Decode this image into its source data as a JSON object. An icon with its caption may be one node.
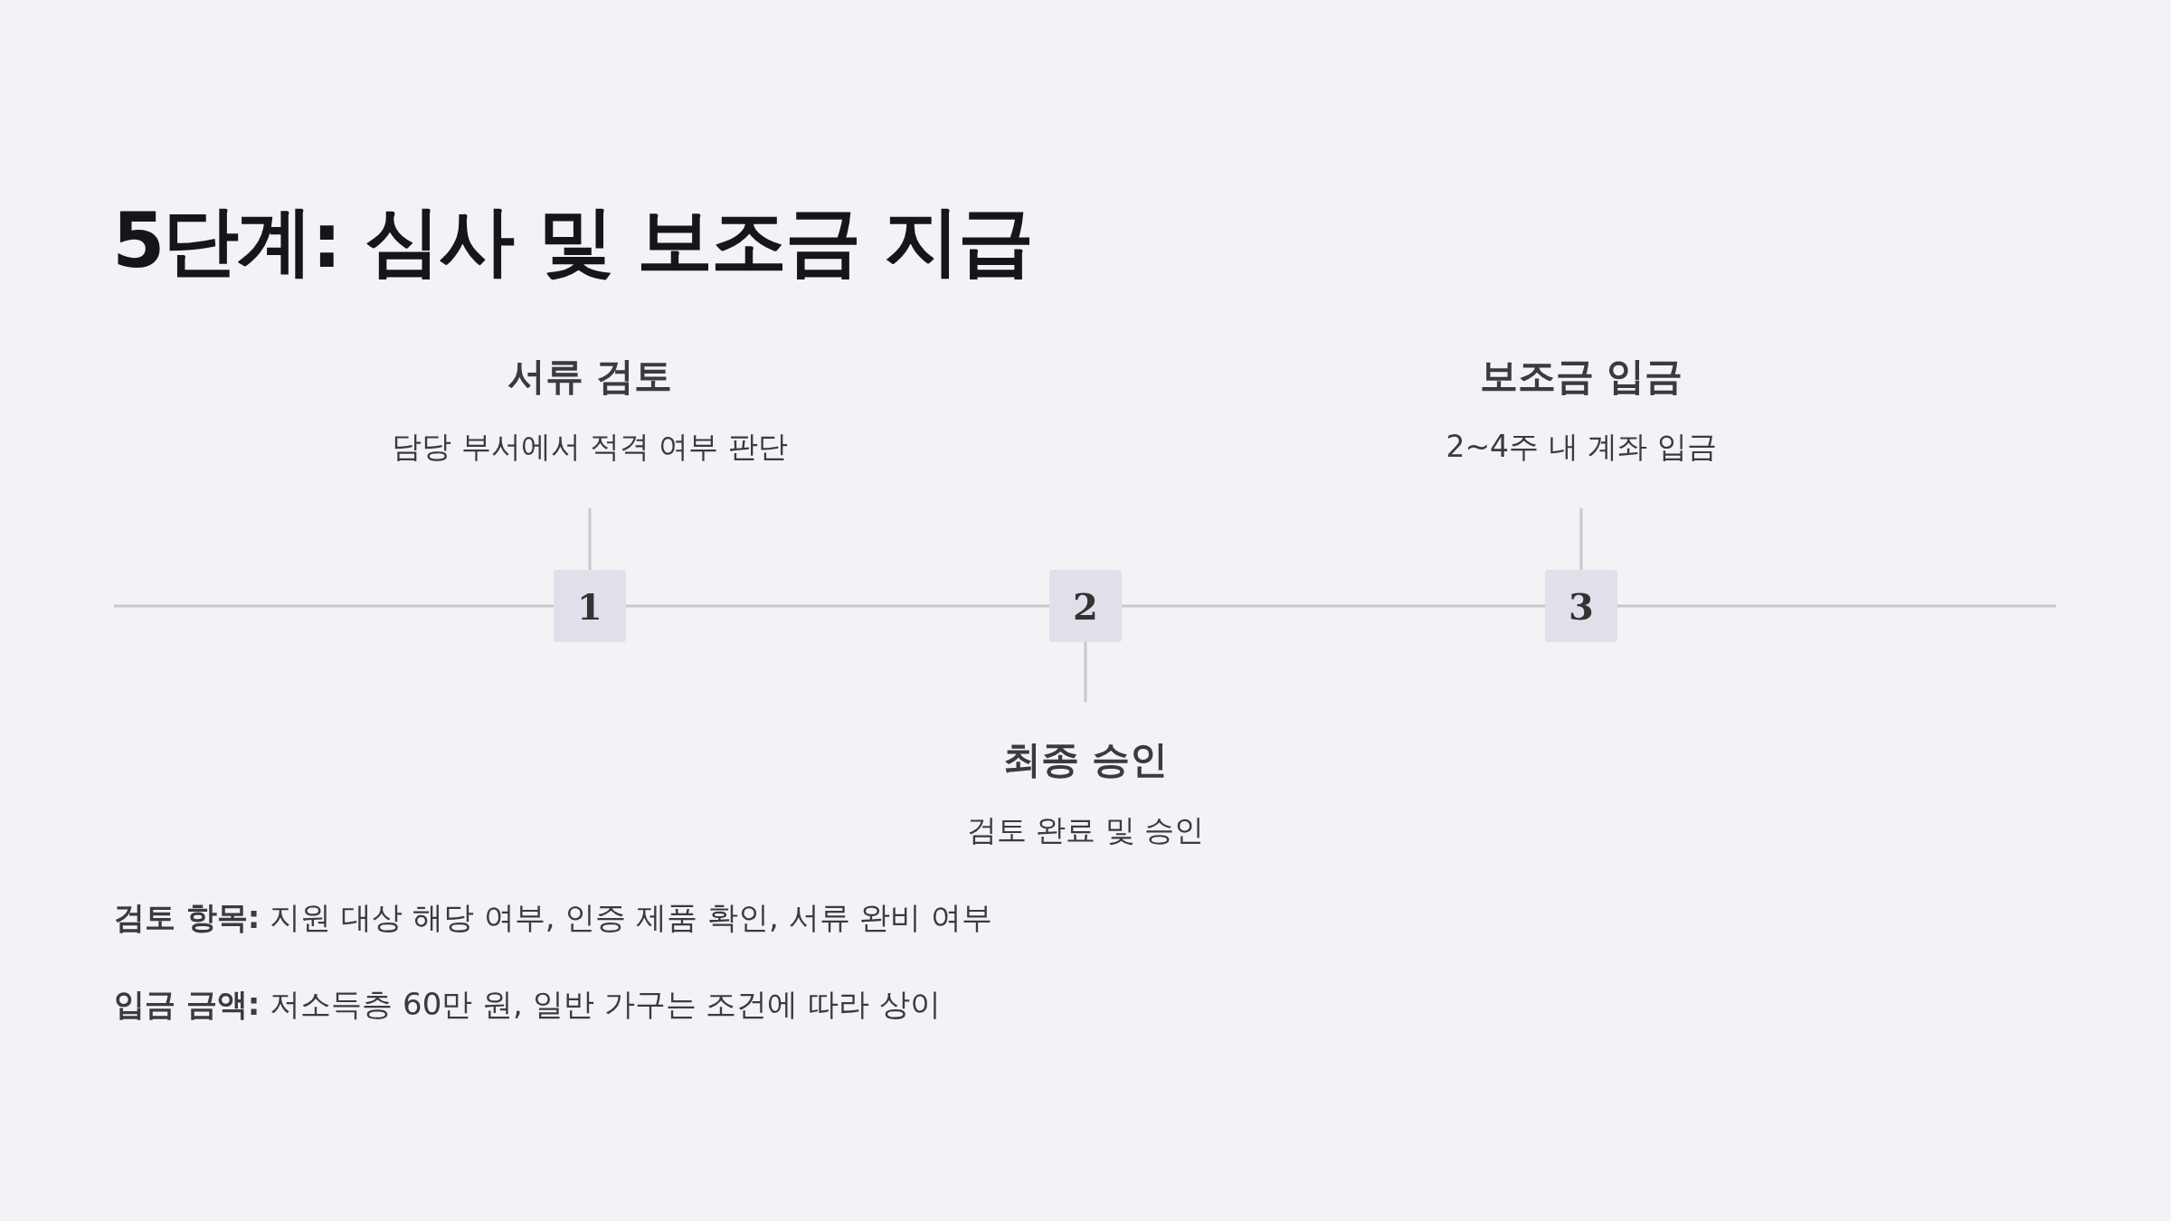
{
  "diagram": {
    "title": "5단계: 심사 및 보조금 지급",
    "nodes": [
      {
        "text": [
          "1"
        ],
        "beside": [
          "서류 검토",
          "담당 부서에서 적격 여부 판단"
        ]
      },
      {
        "text": [
          "2"
        ],
        "beside": [
          "최종 승인",
          "검토 완료 및 승인"
        ]
      },
      {
        "text": [
          "3"
        ],
        "beside": [
          "보조금 입금",
          "2~4주 내 계좌 입금"
        ]
      }
    ],
    "edges": [
      {
        "from": null,
        "to": 0,
        "arrow": "none"
      },
      {
        "from": 0,
        "to": 1,
        "arrow": "none"
      },
      {
        "from": 1,
        "to": 2,
        "arrow": "none"
      },
      {
        "from": 2,
        "to": null,
        "arrow": "none"
      }
    ],
    "labels": [
      "**검토 항목:** 지원 대상 해당 여부, 인증 제품 확인, 서류 완비 여부",
      "**입금 금액:** 저소득층 60만 원, 일반 가구는 조건에 따라 상이"
    ]
  }
}
